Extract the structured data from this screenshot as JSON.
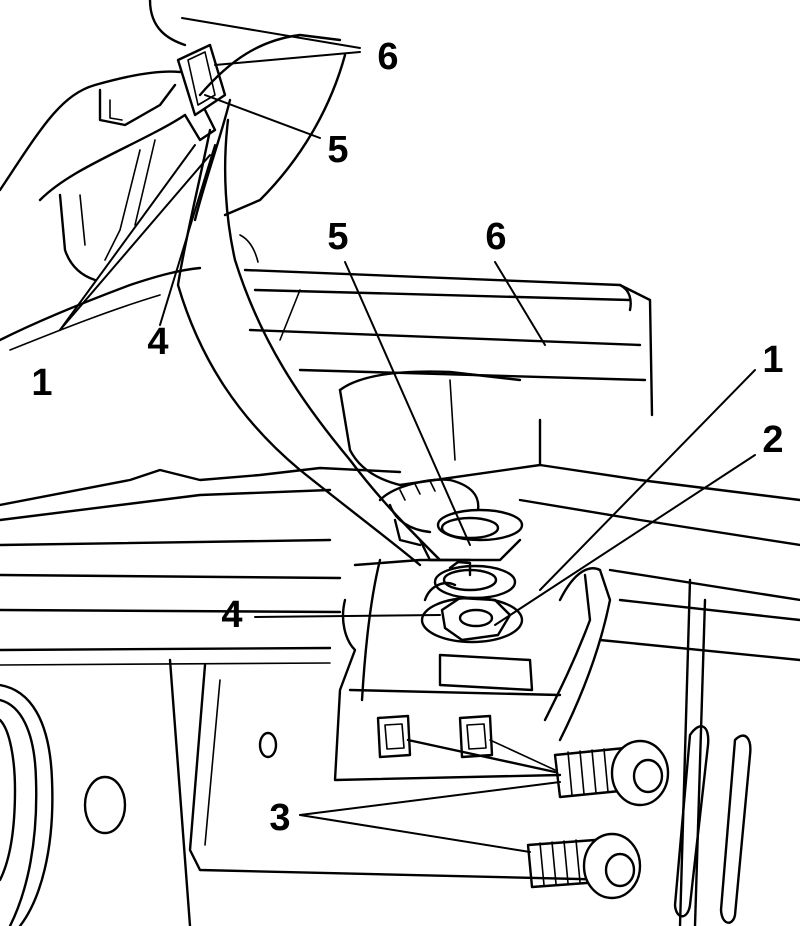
{
  "callouts": {
    "top_6": "6",
    "top_5": "5",
    "top_1": "1",
    "top_4": "4",
    "main_5": "5",
    "main_6": "6",
    "main_1": "1",
    "main_2": "2",
    "main_4": "4",
    "main_3": "3"
  }
}
